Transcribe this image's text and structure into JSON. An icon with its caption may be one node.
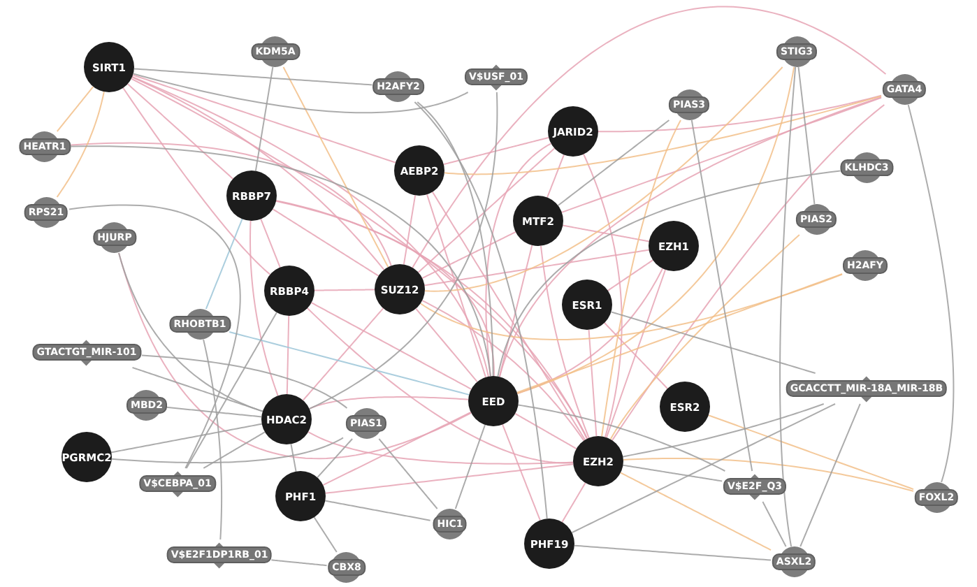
{
  "diagram": {
    "nodes": [
      {
        "text": [
          "SIRT1"
        ]
      },
      {
        "text": [
          "KDM5A"
        ]
      },
      {
        "text": [
          "H2AFY2"
        ]
      },
      {
        "text": [
          "V$USF_01"
        ]
      },
      {
        "text": [
          "STIG3"
        ]
      },
      {
        "text": [
          "GATA4"
        ]
      },
      {
        "text": [
          "HEATR1"
        ]
      },
      {
        "text": [
          "PIAS3"
        ]
      },
      {
        "text": [
          "JARID2"
        ]
      },
      {
        "text": [
          "AEBP2"
        ]
      },
      {
        "text": [
          "KLHDC3"
        ]
      },
      {
        "text": [
          "RBBP7"
        ]
      },
      {
        "text": [
          "RPS21"
        ]
      },
      {
        "text": [
          "HJURP"
        ]
      },
      {
        "text": [
          "MTF2"
        ]
      },
      {
        "text": [
          "PIAS2"
        ]
      },
      {
        "text": [
          "EZH1"
        ]
      },
      {
        "text": [
          "H2AFY"
        ]
      },
      {
        "text": [
          "RBBP4"
        ]
      },
      {
        "text": [
          "SUZ12"
        ]
      },
      {
        "text": [
          "ESR1"
        ]
      },
      {
        "text": [
          "RHOBTB1"
        ]
      },
      {
        "text": [
          "GTACTGT_MIR-101"
        ]
      },
      {
        "text": [
          "MBD2"
        ]
      },
      {
        "text": [
          "HDAC2"
        ]
      },
      {
        "text": [
          "PIAS1"
        ]
      },
      {
        "text": [
          "EED"
        ]
      },
      {
        "text": [
          "ESR2"
        ]
      },
      {
        "text": [
          "GCACCTT_MIR-18A_MIR-18B"
        ]
      },
      {
        "text": [
          "PGRMC2"
        ]
      },
      {
        "text": [
          "V$CEBPA_01"
        ]
      },
      {
        "text": [
          "PHF1"
        ]
      },
      {
        "text": [
          "EZH2"
        ]
      },
      {
        "text": [
          "V$E2F_Q3"
        ]
      },
      {
        "text": [
          "FOXL2"
        ]
      },
      {
        "text": [
          "HIC1"
        ]
      },
      {
        "text": [
          "PHF19"
        ]
      },
      {
        "text": [
          "V$E2F1DP1RB_01"
        ]
      },
      {
        "text": [
          "CBX8"
        ]
      },
      {
        "text": [
          "ASXL2"
        ]
      }
    ],
    "edges": [
      {
        "from": 32,
        "to": 26,
        "arrow": "none",
        "color": "#e6a3b4"
      },
      {
        "from": 32,
        "to": 19,
        "arrow": "none",
        "color": "#e6a3b4"
      },
      {
        "from": 32,
        "to": 18,
        "arrow": "none",
        "color": "#e6a3b4"
      },
      {
        "from": 32,
        "to": 11,
        "arrow": "none",
        "color": "#e6a3b4"
      },
      {
        "from": 32,
        "to": 9,
        "arrow": "none",
        "color": "#e6a3b4"
      },
      {
        "from": 32,
        "to": 8,
        "arrow": "none",
        "color": "#e6a3b4"
      },
      {
        "from": 32,
        "to": 14,
        "arrow": "none",
        "color": "#e6a3b4"
      },
      {
        "from": 32,
        "to": 16,
        "arrow": "none",
        "color": "#e6a3b4"
      },
      {
        "from": 32,
        "to": 31,
        "arrow": "none",
        "color": "#e6a3b4"
      },
      {
        "from": 32,
        "to": 36,
        "arrow": "none",
        "color": "#e6a3b4"
      },
      {
        "from": 32,
        "to": 24,
        "arrow": "none",
        "color": "#e6a3b4"
      },
      {
        "from": 32,
        "to": 20,
        "arrow": "none",
        "color": "#e6a3b4"
      },
      {
        "from": 26,
        "to": 19,
        "arrow": "none",
        "color": "#e6a3b4"
      },
      {
        "from": 26,
        "to": 18,
        "arrow": "none",
        "color": "#e6a3b4"
      },
      {
        "from": 26,
        "to": 11,
        "arrow": "none",
        "color": "#e6a3b4"
      },
      {
        "from": 26,
        "to": 9,
        "arrow": "none",
        "color": "#e6a3b4"
      },
      {
        "from": 26,
        "to": 8,
        "arrow": "none",
        "color": "#e6a3b4"
      },
      {
        "from": 26,
        "to": 14,
        "arrow": "none",
        "color": "#e6a3b4"
      },
      {
        "from": 26,
        "to": 16,
        "arrow": "none",
        "color": "#e6a3b4"
      },
      {
        "from": 26,
        "to": 31,
        "arrow": "none",
        "color": "#e6a3b4"
      },
      {
        "from": 26,
        "to": 36,
        "arrow": "none",
        "color": "#e6a3b4"
      },
      {
        "from": 26,
        "to": 24,
        "arrow": "none",
        "color": "#e6a3b4"
      },
      {
        "from": 19,
        "to": 18,
        "arrow": "none",
        "color": "#e6a3b4"
      },
      {
        "from": 19,
        "to": 11,
        "arrow": "none",
        "color": "#e6a3b4"
      },
      {
        "from": 19,
        "to": 9,
        "arrow": "none",
        "color": "#e6a3b4"
      },
      {
        "from": 19,
        "to": 8,
        "arrow": "none",
        "color": "#e6a3b4"
      },
      {
        "from": 19,
        "to": 14,
        "arrow": "none",
        "color": "#e6a3b4"
      },
      {
        "from": 19,
        "to": 16,
        "arrow": "none",
        "color": "#e6a3b4"
      },
      {
        "from": 19,
        "to": 24,
        "arrow": "none",
        "color": "#e6a3b4"
      },
      {
        "from": 18,
        "to": 11,
        "arrow": "none",
        "color": "#e6a3b4"
      },
      {
        "from": 18,
        "to": 24,
        "arrow": "none",
        "color": "#e6a3b4"
      },
      {
        "from": 11,
        "to": 24,
        "arrow": "none",
        "color": "#e6a3b4"
      },
      {
        "from": 0,
        "to": 11,
        "arrow": "none",
        "color": "#e6a3b4"
      },
      {
        "from": 0,
        "to": 18,
        "arrow": "none",
        "color": "#e6a3b4"
      },
      {
        "from": 0,
        "to": 19,
        "arrow": "none",
        "color": "#e6a3b4"
      },
      {
        "from": 0,
        "to": 26,
        "arrow": "none",
        "color": "#e6a3b4"
      },
      {
        "from": 0,
        "to": 32,
        "arrow": "none",
        "color": "#e6a3b4"
      },
      {
        "from": 0,
        "to": 9,
        "arrow": "none",
        "color": "#e6a3b4"
      },
      {
        "from": 9,
        "to": 8,
        "arrow": "none",
        "color": "#e6a3b4"
      },
      {
        "from": 8,
        "to": 14,
        "arrow": "none",
        "color": "#e6a3b4"
      },
      {
        "from": 14,
        "to": 16,
        "arrow": "none",
        "color": "#e6a3b4"
      },
      {
        "from": 16,
        "to": 20,
        "arrow": "none",
        "color": "#e6a3b4"
      },
      {
        "from": 20,
        "to": 27,
        "arrow": "none",
        "color": "#e6a3b4"
      },
      {
        "from": 5,
        "to": 8,
        "arrow": "none",
        "color": "#e6a3b4"
      },
      {
        "from": 5,
        "to": 14,
        "arrow": "none",
        "color": "#e6a3b4"
      },
      {
        "from": 5,
        "to": 19,
        "arrow": "none",
        "color": "#e6a3b4"
      },
      {
        "from": 5,
        "to": 32,
        "arrow": "none",
        "color": "#e6a3b4"
      },
      {
        "from": 5,
        "to": 26,
        "arrow": "none",
        "color": "#e6a3b4"
      },
      {
        "from": 6,
        "to": 19,
        "arrow": "none",
        "color": "#e6a3b4"
      },
      {
        "from": 13,
        "to": 26,
        "arrow": "none",
        "color": "#e6a3b4"
      },
      {
        "from": 1,
        "to": 19,
        "arrow": "none",
        "color": "#f2c08a"
      },
      {
        "from": 0,
        "to": 6,
        "arrow": "none",
        "color": "#f2c08a"
      },
      {
        "from": 0,
        "to": 12,
        "arrow": "none",
        "color": "#f2c08a"
      },
      {
        "from": 32,
        "to": 39,
        "arrow": "none",
        "color": "#f2c08a"
      },
      {
        "from": 27,
        "to": 34,
        "arrow": "none",
        "color": "#f2c08a"
      },
      {
        "from": 32,
        "to": 34,
        "arrow": "none",
        "color": "#f2c08a"
      },
      {
        "from": 4,
        "to": 26,
        "arrow": "none",
        "color": "#f2c08a"
      },
      {
        "from": 7,
        "to": 32,
        "arrow": "none",
        "color": "#f2c08a"
      },
      {
        "from": 15,
        "to": 32,
        "arrow": "none",
        "color": "#f2c08a"
      },
      {
        "from": 17,
        "to": 26,
        "arrow": "none",
        "color": "#f2c08a"
      },
      {
        "from": 17,
        "to": 19,
        "arrow": "none",
        "color": "#f2c08a"
      },
      {
        "from": 4,
        "to": 19,
        "arrow": "none",
        "color": "#f2c08a"
      },
      {
        "from": 5,
        "to": 9,
        "arrow": "none",
        "color": "#f2c08a"
      },
      {
        "from": 21,
        "to": 26,
        "arrow": "none",
        "color": "#9cc6d8"
      },
      {
        "from": 11,
        "to": 21,
        "arrow": "none",
        "color": "#9cc6d8"
      },
      {
        "from": 0,
        "to": 2,
        "arrow": "none"
      },
      {
        "from": 0,
        "to": 3,
        "arrow": "none"
      },
      {
        "from": 1,
        "to": 11,
        "arrow": "none"
      },
      {
        "from": 6,
        "to": 26,
        "arrow": "none"
      },
      {
        "from": 12,
        "to": 30,
        "arrow": "none"
      },
      {
        "from": 22,
        "to": 24,
        "arrow": "none"
      },
      {
        "from": 22,
        "to": 25,
        "arrow": "none"
      },
      {
        "from": 23,
        "to": 24,
        "arrow": "none"
      },
      {
        "from": 29,
        "to": 24,
        "arrow": "none"
      },
      {
        "from": 30,
        "to": 24,
        "arrow": "none"
      },
      {
        "from": 30,
        "to": 18,
        "arrow": "none"
      },
      {
        "from": 37,
        "to": 38,
        "arrow": "none"
      },
      {
        "from": 37,
        "to": 21,
        "arrow": "none"
      },
      {
        "from": 38,
        "to": 31,
        "arrow": "none"
      },
      {
        "from": 35,
        "to": 31,
        "arrow": "none"
      },
      {
        "from": 35,
        "to": 26,
        "arrow": "none"
      },
      {
        "from": 39,
        "to": 36,
        "arrow": "none"
      },
      {
        "from": 39,
        "to": 33,
        "arrow": "none"
      },
      {
        "from": 39,
        "to": 28,
        "arrow": "none"
      },
      {
        "from": 28,
        "to": 32,
        "arrow": "none"
      },
      {
        "from": 28,
        "to": 20,
        "arrow": "none"
      },
      {
        "from": 33,
        "to": 32,
        "arrow": "none"
      },
      {
        "from": 33,
        "to": 26,
        "arrow": "none"
      },
      {
        "from": 34,
        "to": 5,
        "arrow": "none"
      },
      {
        "from": 4,
        "to": 39,
        "arrow": "none"
      },
      {
        "from": 4,
        "to": 15,
        "arrow": "none"
      },
      {
        "from": 7,
        "to": 14,
        "arrow": "none"
      },
      {
        "from": 7,
        "to": 33,
        "arrow": "none"
      },
      {
        "from": 10,
        "to": 26,
        "arrow": "none"
      },
      {
        "from": 3,
        "to": 24,
        "arrow": "none"
      },
      {
        "from": 2,
        "to": 26,
        "arrow": "none"
      },
      {
        "from": 2,
        "to": 36,
        "arrow": "none"
      },
      {
        "from": 25,
        "to": 31,
        "arrow": "none"
      },
      {
        "from": 25,
        "to": 35,
        "arrow": "none"
      },
      {
        "from": 24,
        "to": 31,
        "arrow": "none"
      },
      {
        "from": 29,
        "to": 25,
        "arrow": "none"
      },
      {
        "from": 36,
        "to": 28,
        "arrow": "none"
      },
      {
        "from": 13,
        "to": 24,
        "arrow": "none"
      }
    ]
  }
}
